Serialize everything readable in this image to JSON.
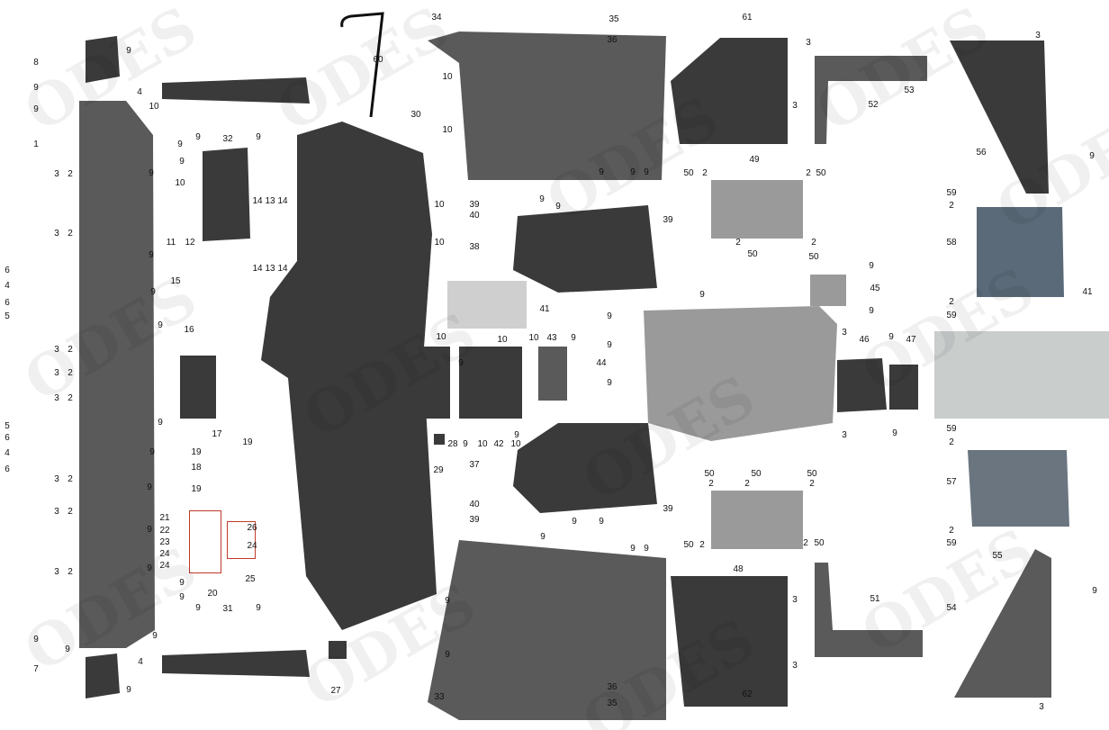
{
  "watermark": "ODES",
  "colors": {
    "part_dark": "#3a3a3a",
    "part_mid": "#5a5a5a",
    "part_light": "#9a9a9a",
    "highlight_box": "#c0392b"
  },
  "callouts": [
    "8",
    "9",
    "9",
    "4",
    "9",
    "10",
    "1",
    "9",
    "9",
    "9",
    "3",
    "2",
    "3",
    "2",
    "9",
    "6",
    "4",
    "6",
    "5",
    "9",
    "9",
    "3",
    "2",
    "3",
    "2",
    "3",
    "2",
    "9",
    "5",
    "6",
    "4",
    "6",
    "9",
    "3",
    "2",
    "9",
    "3",
    "2",
    "9",
    "3",
    "2",
    "9",
    "9",
    "9",
    "9",
    "9",
    "9",
    "4",
    "7",
    "9",
    "9",
    "32",
    "9",
    "10",
    "14",
    "13",
    "14",
    "11",
    "12",
    "14",
    "13",
    "14",
    "15",
    "16",
    "17",
    "19",
    "19",
    "18",
    "19",
    "21",
    "22",
    "23",
    "24",
    "24",
    "20",
    "26",
    "24",
    "25",
    "9",
    "31",
    "9",
    "27",
    "60",
    "30",
    "29",
    "34",
    "35",
    "36",
    "10",
    "10",
    "39",
    "9",
    "9",
    "40",
    "9",
    "9",
    "9",
    "39",
    "38",
    "10",
    "10",
    "41",
    "10",
    "10",
    "10",
    "43",
    "9",
    "9",
    "44",
    "9",
    "9",
    "9",
    "28",
    "9",
    "10",
    "42",
    "10",
    "9",
    "37",
    "39",
    "40",
    "39",
    "9",
    "9",
    "9",
    "9",
    "9",
    "9",
    "9",
    "33",
    "36",
    "35",
    "61",
    "3",
    "53",
    "52",
    "3",
    "49",
    "50",
    "2",
    "2",
    "50",
    "2",
    "2",
    "50",
    "50",
    "9",
    "45",
    "9",
    "9",
    "3",
    "46",
    "9",
    "47",
    "9",
    "3",
    "50",
    "50",
    "50",
    "2",
    "2",
    "2",
    "50",
    "2",
    "2",
    "50",
    "48",
    "3",
    "51",
    "3",
    "62",
    "3",
    "9",
    "56",
    "59",
    "2",
    "58",
    "2",
    "59",
    "41",
    "59",
    "2",
    "57",
    "2",
    "59",
    "55",
    "9",
    "54",
    "3"
  ]
}
